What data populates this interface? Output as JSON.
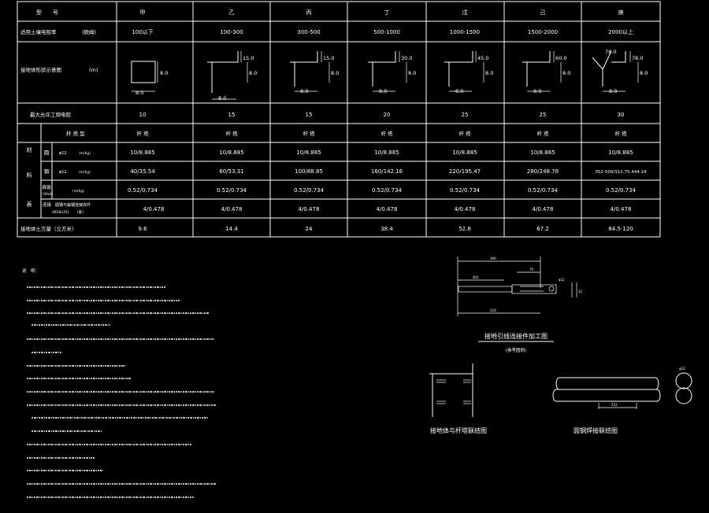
{
  "table": {
    "header": {
      "label": "型　　号",
      "cols": [
        "甲",
        "乙",
        "丙",
        "丁",
        "戊",
        "己",
        "庚"
      ]
    },
    "resistivity": {
      "label": "适用土壤电阻率",
      "unit": "(欧姆)",
      "values": [
        "100以下",
        "100-300",
        "300-500",
        "500-1000",
        "1000-1500",
        "1500-2000",
        "2000以上"
      ]
    },
    "diagram_row": {
      "label": "接地体形状示意图",
      "unit": "(m)",
      "depth": "8.0",
      "width": "8.0",
      "lengths": [
        "15.0",
        "15.0",
        "30.0",
        "45.0",
        "60.0",
        "78.0"
      ],
      "extra": "78.0"
    },
    "resistance_row": {
      "label": "最大允许工频电阻",
      "values": [
        "10",
        "15",
        "15",
        "20",
        "25",
        "25",
        "30"
      ]
    },
    "material": {
      "group_chars": [
        "材",
        "料",
        "表"
      ],
      "spec_label": "杆 塔 型",
      "spec_values": [
        "杆 塔",
        "杆 塔",
        "杆 塔",
        "杆 塔",
        "杆 塔",
        "杆 塔",
        "杆 塔"
      ],
      "r1_name": "圆",
      "r1_spec": "φ12",
      "r1_unit": "(m/kg)",
      "r1_values": [
        "10/8.885",
        "10/8.885",
        "10/8.885",
        "10/8.885",
        "10/8.885",
        "10/8.885",
        "10/8.885"
      ],
      "r2_name": "钢",
      "r2_spec": "φ12",
      "r2_unit": "(m/kg)",
      "r2_values": [
        "40/35.54",
        "60/53.31",
        "100/88.85",
        "160/142.16",
        "220/195.47",
        "280/248.78",
        "352-500/312.75-444.24"
      ],
      "r3_name": "扁钢",
      "r3_spec": "(40x4)",
      "r3_unit": "(m/kg)",
      "r3_values": [
        "0.52/0.734",
        "0.52/0.734",
        "0.52/0.734",
        "0.52/0.734",
        "0.52/0.734",
        "0.52/0.734",
        "0.52/0.734"
      ],
      "r4_name": "连接",
      "r4_desc": "圆钢与扁钢连接焊件",
      "r4_spec": "(M16x35)",
      "r4_unit": "(套)",
      "r4_values": [
        "4/0.478",
        "4/0.478",
        "4/0.478",
        "4/0.478",
        "4/0.478",
        "4/0.478",
        "4/0.478"
      ]
    },
    "earthwork": {
      "label": "接地体土方量（立方米）",
      "values": [
        "9.6",
        "14.4",
        "24",
        "38.4",
        "52.8",
        "67.2",
        "84.5-120"
      ]
    }
  },
  "notes": {
    "title": "说　明："
  },
  "details": {
    "d1_title": "接地引线连接件加工图",
    "d1_sub": "(参考图例)",
    "d1_dims": [
      "390",
      "402",
      "70",
      "φ12",
      "22",
      "224"
    ],
    "d2_title": "接地体与杆塔联结图",
    "d3_title": "圆钢焊接联结图",
    "d3_dims": [
      "φ12",
      "252"
    ]
  }
}
